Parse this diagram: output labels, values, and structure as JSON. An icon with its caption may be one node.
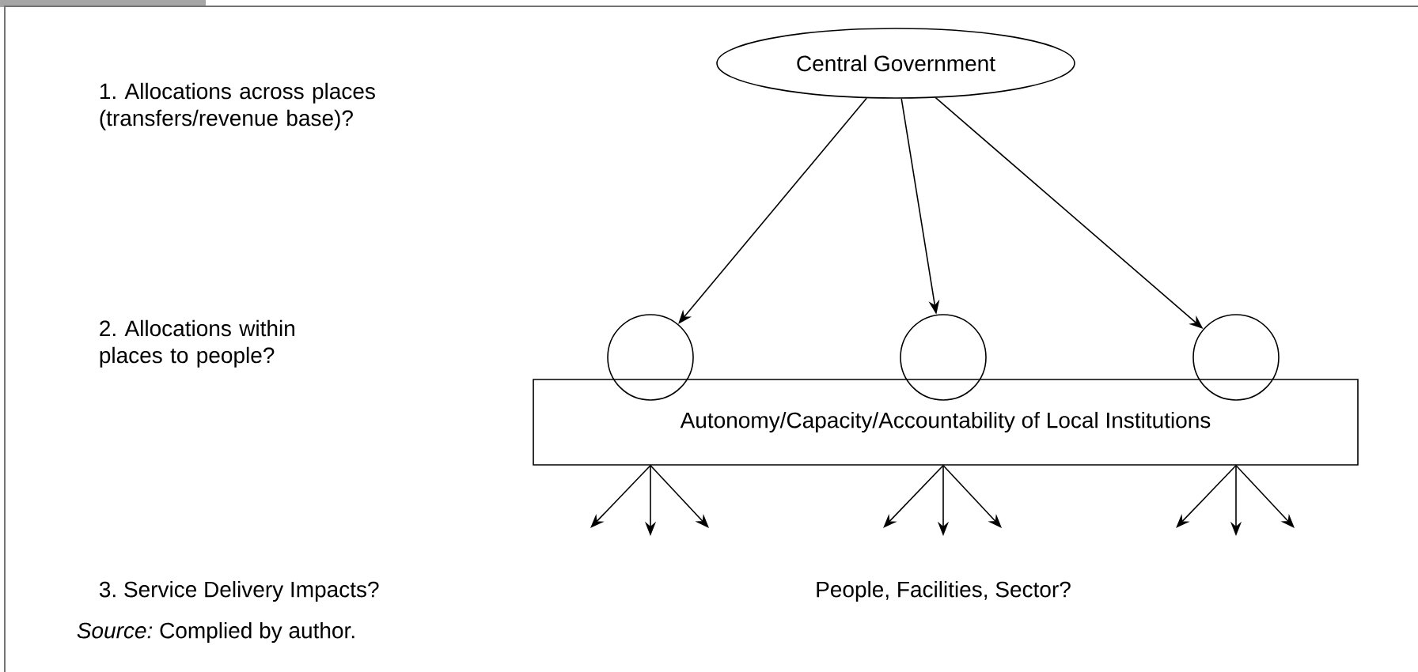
{
  "diagram": {
    "caption": "*Source:* Complied by author.",
    "nodes": [
      {
        "text": [
          "Central Government"
        ]
      },
      {
        "text": [],
        "shape": "circle"
      },
      {
        "text": [],
        "shape": "circle"
      },
      {
        "text": [],
        "shape": "circle"
      },
      {
        "text": [
          "Autonomy/Capacity/Accountability of Local Institutions"
        ]
      }
    ],
    "edges": [
      {
        "from": 0,
        "to": 1,
        "arrow": "to"
      },
      {
        "from": 0,
        "to": 2,
        "arrow": "to"
      },
      {
        "from": 0,
        "to": 3,
        "arrow": "to"
      },
      {
        "from": 4,
        "to": null,
        "arrow": "to"
      },
      {
        "from": 4,
        "to": null,
        "arrow": "to"
      },
      {
        "from": 4,
        "to": null,
        "arrow": "to"
      },
      {
        "from": 4,
        "to": null,
        "arrow": "to"
      },
      {
        "from": 4,
        "to": null,
        "arrow": "to"
      },
      {
        "from": 4,
        "to": null,
        "arrow": "to"
      },
      {
        "from": 4,
        "to": null,
        "arrow": "to"
      },
      {
        "from": 4,
        "to": null,
        "arrow": "to"
      },
      {
        "from": 4,
        "to": null,
        "arrow": "to"
      }
    ],
    "labels": [
      "1. Allocations across places (transfers/revenue base)?",
      "2. Allocations within places to people?",
      "3. Service Delivery Impacts?",
      "People, Facilities, Sector?"
    ]
  }
}
